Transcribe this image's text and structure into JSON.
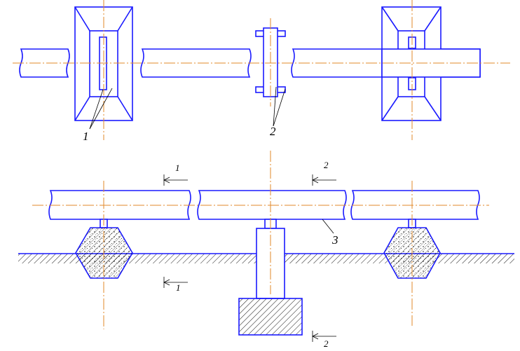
{
  "callouts": {
    "top_1": "1",
    "top_2": "2",
    "bottom_3": "3"
  },
  "section_marks": {
    "one_top": "1",
    "one_bottom": "1",
    "two_top": "2",
    "two_bottom": "2"
  },
  "colors": {
    "outline": "#1a1aff",
    "centerline": "#e08a2a",
    "hatch": "#000000"
  }
}
